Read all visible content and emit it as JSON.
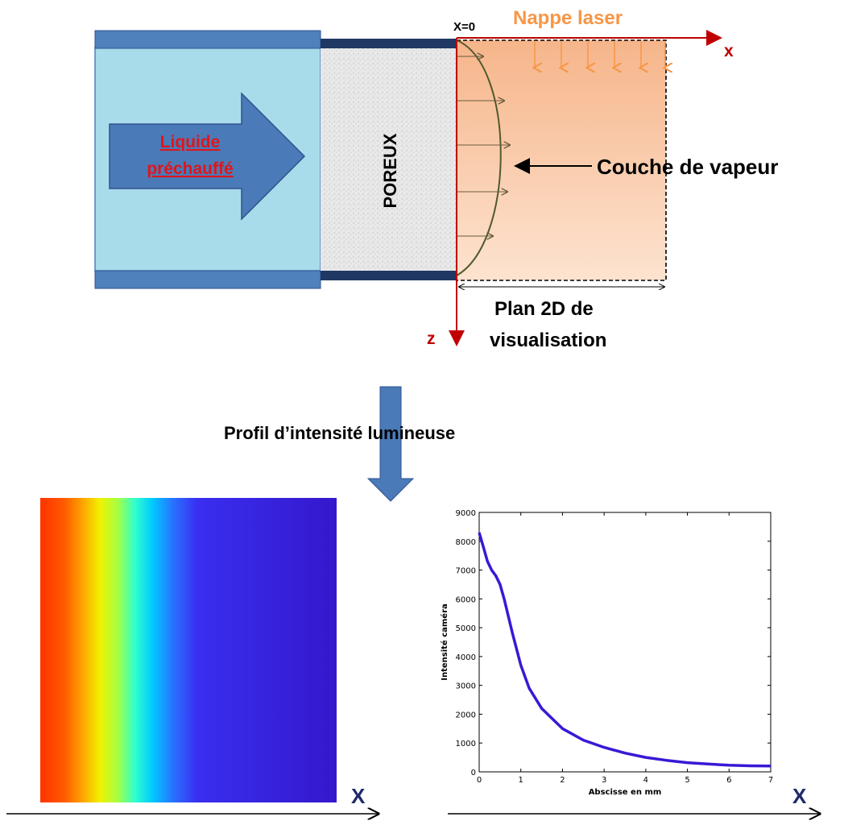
{
  "diagram": {
    "x0_label": "X=0",
    "laser_label": "Nappe laser",
    "x_axis_label": "x",
    "z_axis_label": "z",
    "liquid_label_line1": "Liquide",
    "liquid_label_line2": "préchauffé",
    "porous_label": "POREUX",
    "vapor_label": "Couche de vapeur",
    "plane_label_line1": "Plan 2D de",
    "plane_label_line2": "visualisation",
    "profile_label": "Profil d’intensité lumineuse",
    "bottom_x_label_left": "X",
    "bottom_x_label_right": "X",
    "colors": {
      "liquid_fill": "#a9dcea",
      "tube_blue": "#4f81bd",
      "dark_blue": "#1f3864",
      "arrow_blue": "#4a7ab8",
      "laser_orange": "#f79646",
      "axis_red": "#c00000",
      "liquid_text_red": "#e0151b",
      "curve_olive": "#4f5a2c",
      "x_letter_navy": "#1f2a6b"
    }
  },
  "chart_data": {
    "type": "line",
    "title": "",
    "xlabel": "Abscisse en mm",
    "ylabel": "Intensité caméra",
    "xlim": [
      0,
      7
    ],
    "ylim": [
      0,
      9000
    ],
    "xticks": [
      0,
      1,
      2,
      3,
      4,
      5,
      6,
      7
    ],
    "yticks": [
      0,
      1000,
      2000,
      3000,
      4000,
      5000,
      6000,
      7000,
      8000,
      9000
    ],
    "grid": false,
    "series": [
      {
        "color": "#3a18d6",
        "x": [
          0.0,
          0.1,
          0.2,
          0.3,
          0.4,
          0.5,
          0.6,
          0.8,
          1.0,
          1.2,
          1.5,
          2.0,
          2.5,
          3.0,
          3.5,
          4.0,
          4.5,
          5.0,
          5.5,
          6.0,
          6.5,
          7.0
        ],
        "y": [
          8300,
          7800,
          7300,
          7000,
          6800,
          6500,
          6000,
          4800,
          3700,
          2900,
          2200,
          1500,
          1100,
          850,
          650,
          500,
          400,
          320,
          270,
          230,
          210,
          200
        ]
      }
    ]
  }
}
